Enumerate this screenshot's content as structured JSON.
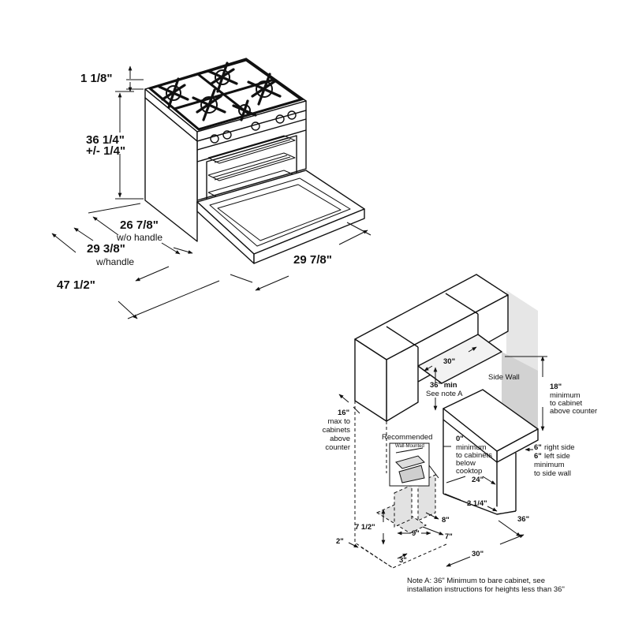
{
  "range_diagram": {
    "top_height": "1 1/8\"",
    "height_line1": "36 1/4\"",
    "height_line2": "+/- 1/4\"",
    "depth_no_handle": "26 7/8\"",
    "depth_no_handle_note": "w/o handle",
    "depth_handle": "29 3/8\"",
    "depth_handle_note": "w/handle",
    "depth_door_open": "47 1/2\"",
    "width": "29 7/8\""
  },
  "installation_diagram": {
    "opening_width": "30\"",
    "hood_clearance": "36\" min",
    "see_note": "See note A",
    "side_wall": "Side Wall",
    "upper_clearance": "18\"",
    "upper_clearance_note": [
      "minimum",
      "to cabinet",
      "above counter"
    ],
    "max_cabinet_depth": "16\"",
    "max_cabinet_note": [
      "max to",
      "cabinets",
      "above",
      "counter"
    ],
    "recommended": "Recommended",
    "wall_mounted": "Wall-Mounted",
    "zero_clearance": "0\"",
    "zero_clearance_note": [
      "minimum",
      "to cabinets",
      "below",
      "cooktop"
    ],
    "right_side": "6\"",
    "right_side_note": "right side",
    "left_side": "6\"",
    "left_side_note": "left side",
    "side_wall_note": [
      "minimum",
      "to side wall"
    ],
    "cutout_depth": "24\"",
    "dim_2_1_4": "2 1/4\"",
    "dim_36": "36\"",
    "dim_8": "8\"",
    "dim_7": "7\"",
    "dim_9": "9\"",
    "dim_7_1_2": "7 1/2\"",
    "dim_2": "2\"",
    "dim_3": "3\"",
    "bottom_width": "30\"",
    "note_line1": "Note A: 36\" Minimum to bare cabinet, see",
    "note_line2": "installation instructions for heights less than 36\""
  }
}
